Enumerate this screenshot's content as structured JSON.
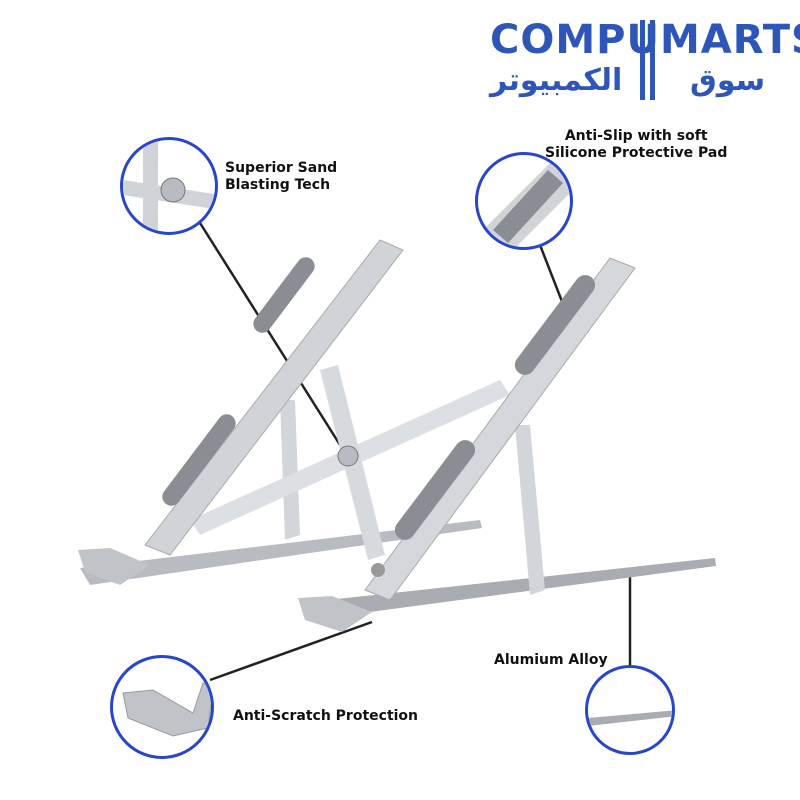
{
  "logo": {
    "left": "COMPU",
    "right": "MARTS",
    "arabic_left": "الكمبيوتر",
    "arabic_right": "سوق",
    "color": "#2e55b8"
  },
  "callouts": [
    {
      "label_line1": "Superior Sand",
      "label_line2": "Blasting Tech"
    },
    {
      "label_line1": "Anti-Slip with soft",
      "label_line2": "Silicone Protective Pad"
    },
    {
      "label": "Anti-Scratch Protection"
    },
    {
      "label": "Alumium Alloy"
    }
  ],
  "colors": {
    "callout_ring": "#2846c8",
    "aluminium": "#c9ccd2",
    "pad": "#8a8d93"
  }
}
